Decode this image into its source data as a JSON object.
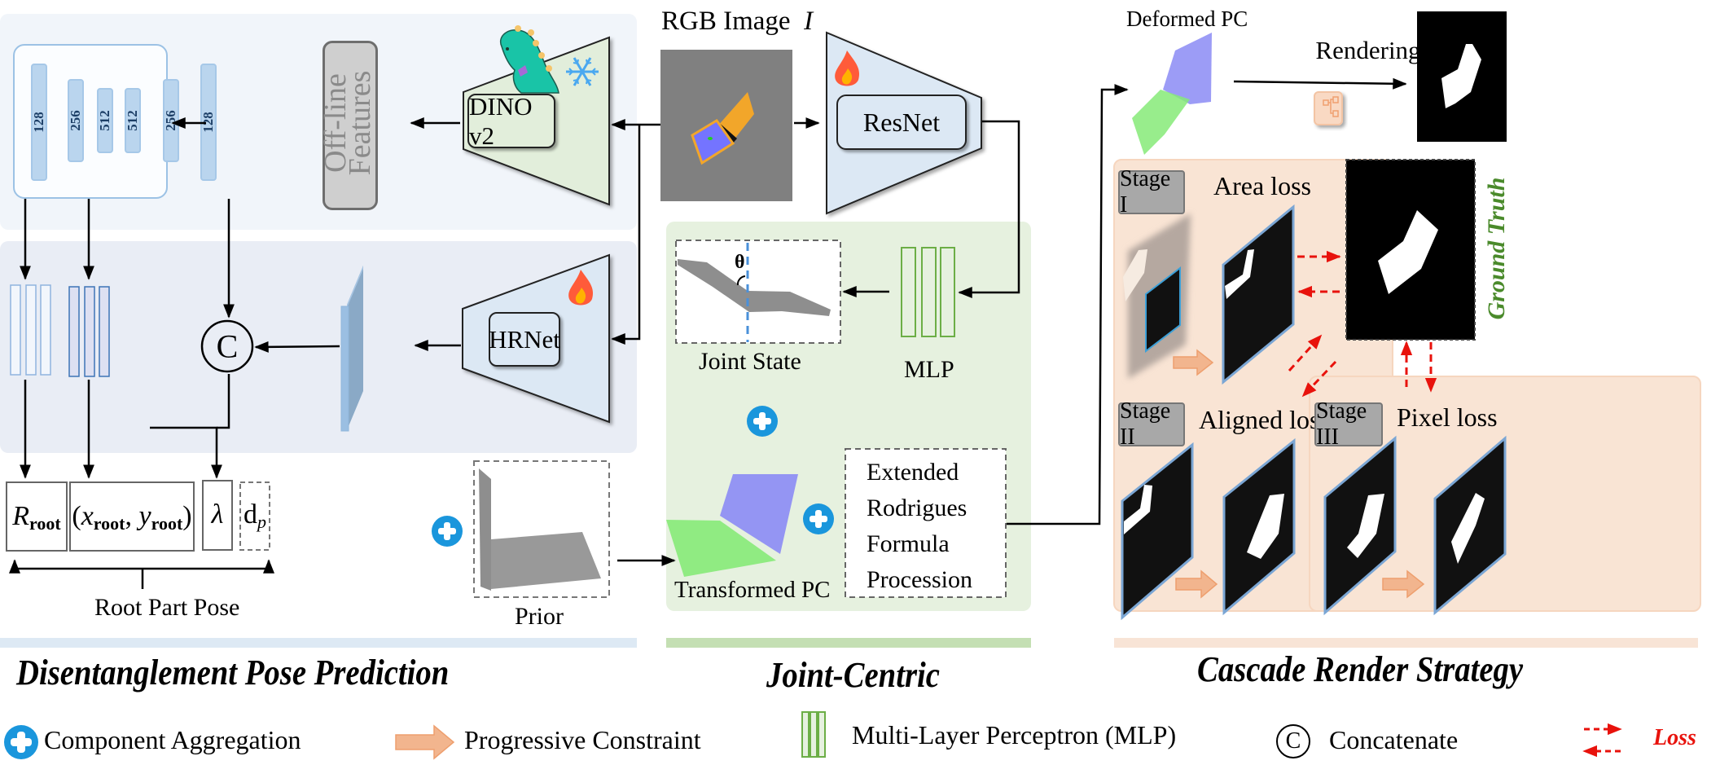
{
  "colors": {
    "left_panel_top": "#f1f5fa",
    "left_panel_bottom": "#e9edf5",
    "joint_panel": "#e6f1df",
    "cascade_panel": "#f9e4d4",
    "left_bar": "#dde9f4",
    "joint_bar": "#c4dfb3",
    "cascade_bar": "#f8e4d6",
    "aggregation_blue": "#1a96dc",
    "loss_red": "#e8120c",
    "ground_truth_green": "#4a8a2b",
    "mlp_green": "#6cae46",
    "progressive_arrow": "#f2b58e"
  },
  "encoder": {
    "channels": [
      "128",
      "256",
      "512",
      "512",
      "256",
      "128"
    ]
  },
  "offline_features": {
    "line1": "Off-line",
    "line2": "Features"
  },
  "dino": {
    "label": "DINO v2",
    "status_icon": "snowflake"
  },
  "rgb_image": {
    "title": "RGB Image",
    "symbol": "I"
  },
  "resnet": {
    "label": "ResNet",
    "status_icon": "fire"
  },
  "hrnet": {
    "label": "HRNet",
    "status_icon": "fire"
  },
  "concat_symbol": "C",
  "root_pose": {
    "r_main": "R",
    "r_sub": "root",
    "xy_open": "(",
    "x": "x",
    "x_sub": "root",
    "comma": ",",
    "y": "y",
    "y_sub": "root",
    "xy_close": ")",
    "lambda": "λ",
    "dp_main": "d",
    "dp_sub": "p",
    "caption": "Root Part Pose"
  },
  "prior": {
    "caption": "Prior"
  },
  "joint_centric": {
    "joint_state_caption": "Joint State",
    "theta": "θ",
    "mlp_caption": "MLP",
    "transformed_caption": "Transformed PC",
    "formula_lines": [
      "Extended",
      "Rodrigues",
      "Formula",
      "Procession"
    ]
  },
  "deformed": {
    "caption": "Deformed PC"
  },
  "rendering": {
    "label": "Rendering"
  },
  "cascade": {
    "stage1": {
      "badge": "Stage I",
      "loss": "Area loss"
    },
    "stage2": {
      "badge": "Stage II",
      "loss": "Aligned loss"
    },
    "stage3": {
      "badge": "Stage III",
      "loss": "Pixel loss"
    },
    "ground_truth": "Ground Truth"
  },
  "section_titles": {
    "left": "Disentanglement Pose Prediction",
    "middle": "Joint-Centric",
    "right": "Cascade Render Strategy"
  },
  "legend": {
    "aggregation": "Component Aggregation",
    "progressive": "Progressive Constraint",
    "mlp": "Multi-Layer Perceptron (MLP)",
    "concat": "Concatenate",
    "loss": "Loss"
  }
}
